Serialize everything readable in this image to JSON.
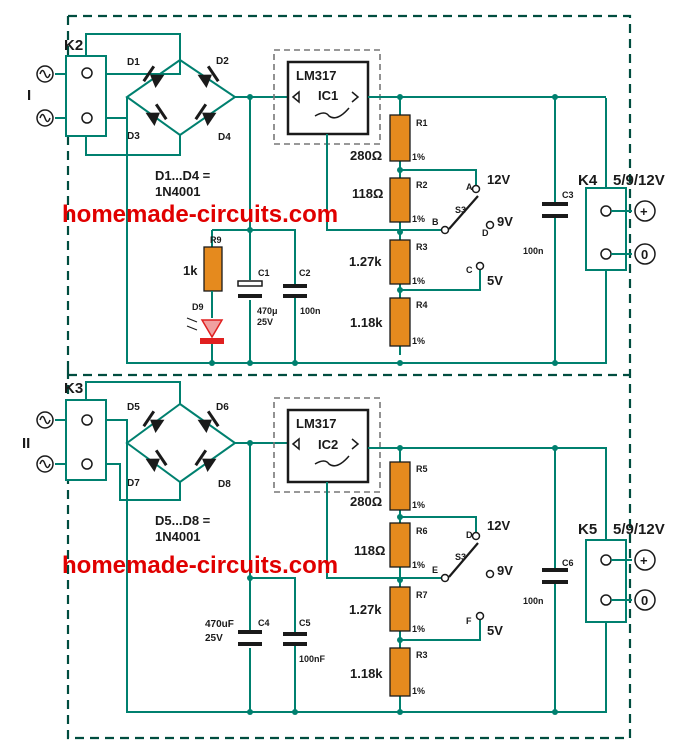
{
  "watermark": "homemade-circuits.com",
  "top": {
    "input_connector": "K2",
    "input_label": "I",
    "diodes": [
      "D1",
      "D2",
      "D3",
      "D4"
    ],
    "bridge_note_1": "D1...D4 =",
    "bridge_note_2": "1N4001",
    "regulator_name": "LM317",
    "regulator_ic": "IC1",
    "led_resistor_ref": "R9",
    "led_resistor_value": "1k",
    "led_ref": "D9",
    "cap1_ref": "C1",
    "cap1_value_1": "470μ",
    "cap1_value_2": "25V",
    "cap2_ref": "C2",
    "cap2_value": "100n",
    "r1_ref": "R1",
    "r1_value": "280Ω",
    "r1_tol": "1%",
    "r2_ref": "R2",
    "r2_value": "118Ω",
    "r2_tol": "1%",
    "r3_ref": "R3",
    "r3_value": "1.27k",
    "r3_tol": "1%",
    "r4_ref": "R4",
    "r4_value": "1.18k",
    "r4_tol": "1%",
    "switch_ref": "S3",
    "pos_a": "A",
    "pos_b": "B",
    "pos_c": "C",
    "pos_d": "D",
    "v12": "12V",
    "v9": "9V",
    "v5": "5V",
    "cap3_ref": "C3",
    "cap3_value": "100n",
    "output_connector": "K4",
    "output_label": "5/9/12V",
    "plus_symbol": "+",
    "zero_symbol": "0"
  },
  "bottom": {
    "input_connector": "K3",
    "input_label": "II",
    "diodes": [
      "D5",
      "D6",
      "D7",
      "D8"
    ],
    "bridge_note_1": "D5...D8 =",
    "bridge_note_2": "1N4001",
    "regulator_name": "LM317",
    "regulator_ic": "IC2",
    "cap4_ref": "C4",
    "cap4_value_1": "470uF",
    "cap4_value_2": "25V",
    "cap5_ref": "C5",
    "cap5_value": "100nF",
    "r5_ref": "R5",
    "r5_value": "280Ω",
    "r5_tol": "1%",
    "r6_ref": "R6",
    "r6_value": "118Ω",
    "r6_tol": "1%",
    "r7_ref": "R7",
    "r7_value": "1.27k",
    "r7_tol": "1%",
    "r8_ref": "R3",
    "r8_value": "1.18k",
    "r8_tol": "1%",
    "switch_ref": "S3",
    "pos_d": "D",
    "pos_e": "E",
    "pos_f": "F",
    "v12": "12V",
    "v9": "9V",
    "v5": "5V",
    "cap6_ref": "C6",
    "cap6_value": "100n",
    "output_connector": "K5",
    "output_label": "5/9/12V",
    "plus_symbol": "+",
    "zero_symbol": "0"
  },
  "icons": {
    "ac": "ac-sine-icon",
    "diode": "diode-icon",
    "led": "led-icon",
    "capacitor": "capacitor-icon",
    "resistor": "resistor-icon",
    "switch": "rotary-switch-icon",
    "terminal": "terminal-block-icon"
  },
  "colors": {
    "wire": "#00806f",
    "resistor": "#e58a1e",
    "watermark": "#e00000",
    "led": "#e02020"
  }
}
